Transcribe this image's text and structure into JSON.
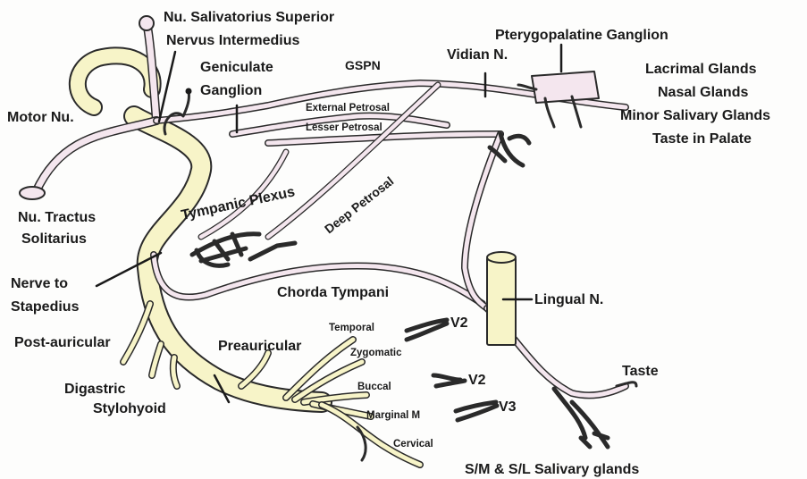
{
  "labels": {
    "nu_salivatorius_superior": "Nu. Salivatorius Superior",
    "nervus_intermedius": "Nervus Intermedius",
    "geniculate_line1": "Geniculate",
    "geniculate_line2": "Ganglion",
    "motor_nu": "Motor Nu.",
    "nu_tractus_line1": "Nu. Tractus",
    "nu_tractus_line2": "Solitarius",
    "nerve_to_stapedius_line1": "Nerve to",
    "nerve_to_stapedius_line2": "Stapedius",
    "post_auricular": "Post-auricular",
    "digastric": "Digastric",
    "stylohyoid": "Stylohyoid",
    "gspn": "GSPN",
    "vidian_n": "Vidian N.",
    "pterygopalatine_ganglion": "Pterygopalatine Ganglion",
    "lacrimal_glands": "Lacrimal Glands",
    "nasal_glands": "Nasal Glands",
    "minor_salivary_glands": "Minor Salivary Glands",
    "taste_in_palate": "Taste in Palate",
    "external_petrosal": "External Petrosal",
    "lesser_petrosal": "Lesser Petrosal",
    "tympanic_plexus": "Tympanic Plexus",
    "deep_petrosal": "Deep Petrosal",
    "chorda_tympani": "Chorda Tympani",
    "lingual_n": "Lingual N.",
    "preauricular": "Preauricular",
    "temporal": "Temporal",
    "zygomatic": "Zygomatic",
    "buccal": "Buccal",
    "marginal_m": "Marginal M",
    "cervical": "Cervical",
    "v2_upper": "V2",
    "v2_lower": "V2",
    "v3": "V3",
    "taste": "Taste",
    "salivary_glands": "S/M & S/L Salivary glands"
  },
  "colors": {
    "motor_fill": "#f7f4c8",
    "sensory_fill": "#f4e6ee",
    "outline": "#2a2a2a",
    "text": "#1a1a1a"
  }
}
